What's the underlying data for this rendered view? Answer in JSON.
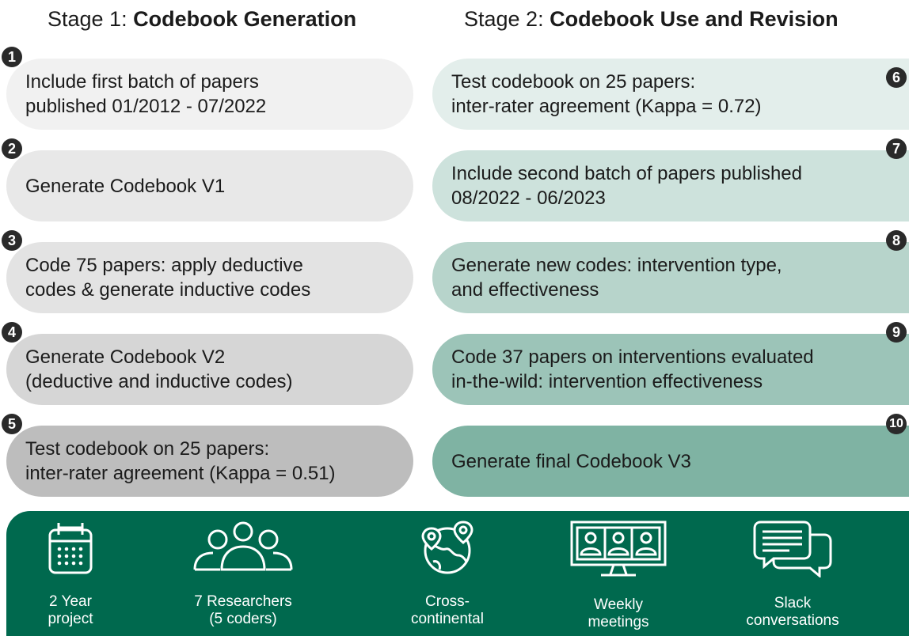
{
  "stage1": {
    "prefix": "Stage 1: ",
    "title": "Codebook Generation",
    "steps": [
      {
        "number": "1",
        "text": "Include first batch of papers\npublished 01/2012 - 07/2022",
        "color": "#f1f1f1"
      },
      {
        "number": "2",
        "text": "Generate Codebook V1",
        "color": "#e8e8e8"
      },
      {
        "number": "3",
        "text": "Code 75 papers: apply deductive\ncodes & generate inductive codes",
        "color": "#e3e3e3"
      },
      {
        "number": "4",
        "text": "Generate Codebook V2\n(deductive and inductive codes)",
        "color": "#d6d6d6"
      },
      {
        "number": "5",
        "text": "Test codebook on 25 papers:\ninter-rater agreement (Kappa  = 0.51)",
        "color": "#bdbdbd"
      }
    ]
  },
  "stage2": {
    "prefix": "Stage 2: ",
    "title": "Codebook Use and Revision",
    "steps": [
      {
        "number": "6",
        "text": "Test codebook on 25 papers:\ninter-rater agreement (Kappa = 0.72)",
        "color": "#e3eeeb"
      },
      {
        "number": "7",
        "text": "Include second batch of papers published\n08/2022 - 06/2023",
        "color": "#cde2dc"
      },
      {
        "number": "8",
        "text": "Generate new codes: intervention type,\nand effectiveness",
        "color": "#b7d4cb"
      },
      {
        "number": "9",
        "text": "Code 37 papers on interventions evaluated\nin-the-wild: intervention effectiveness",
        "color": "#9cc4b8"
      },
      {
        "number": "10",
        "text": "Generate final Codebook V3",
        "color": "#7fb3a3"
      }
    ]
  },
  "footer": {
    "background": "#00694e",
    "stats": [
      {
        "icon": "calendar-icon",
        "label": "2 Year\nproject"
      },
      {
        "icon": "people-icon",
        "label": "7 Researchers\n(5 coders)"
      },
      {
        "icon": "globe-pins-icon",
        "label": "Cross-\ncontinental"
      },
      {
        "icon": "video-meeting-icon",
        "label": "Weekly\nmeetings"
      },
      {
        "icon": "chat-bubbles-icon",
        "label": "Slack\nconversations"
      }
    ]
  }
}
